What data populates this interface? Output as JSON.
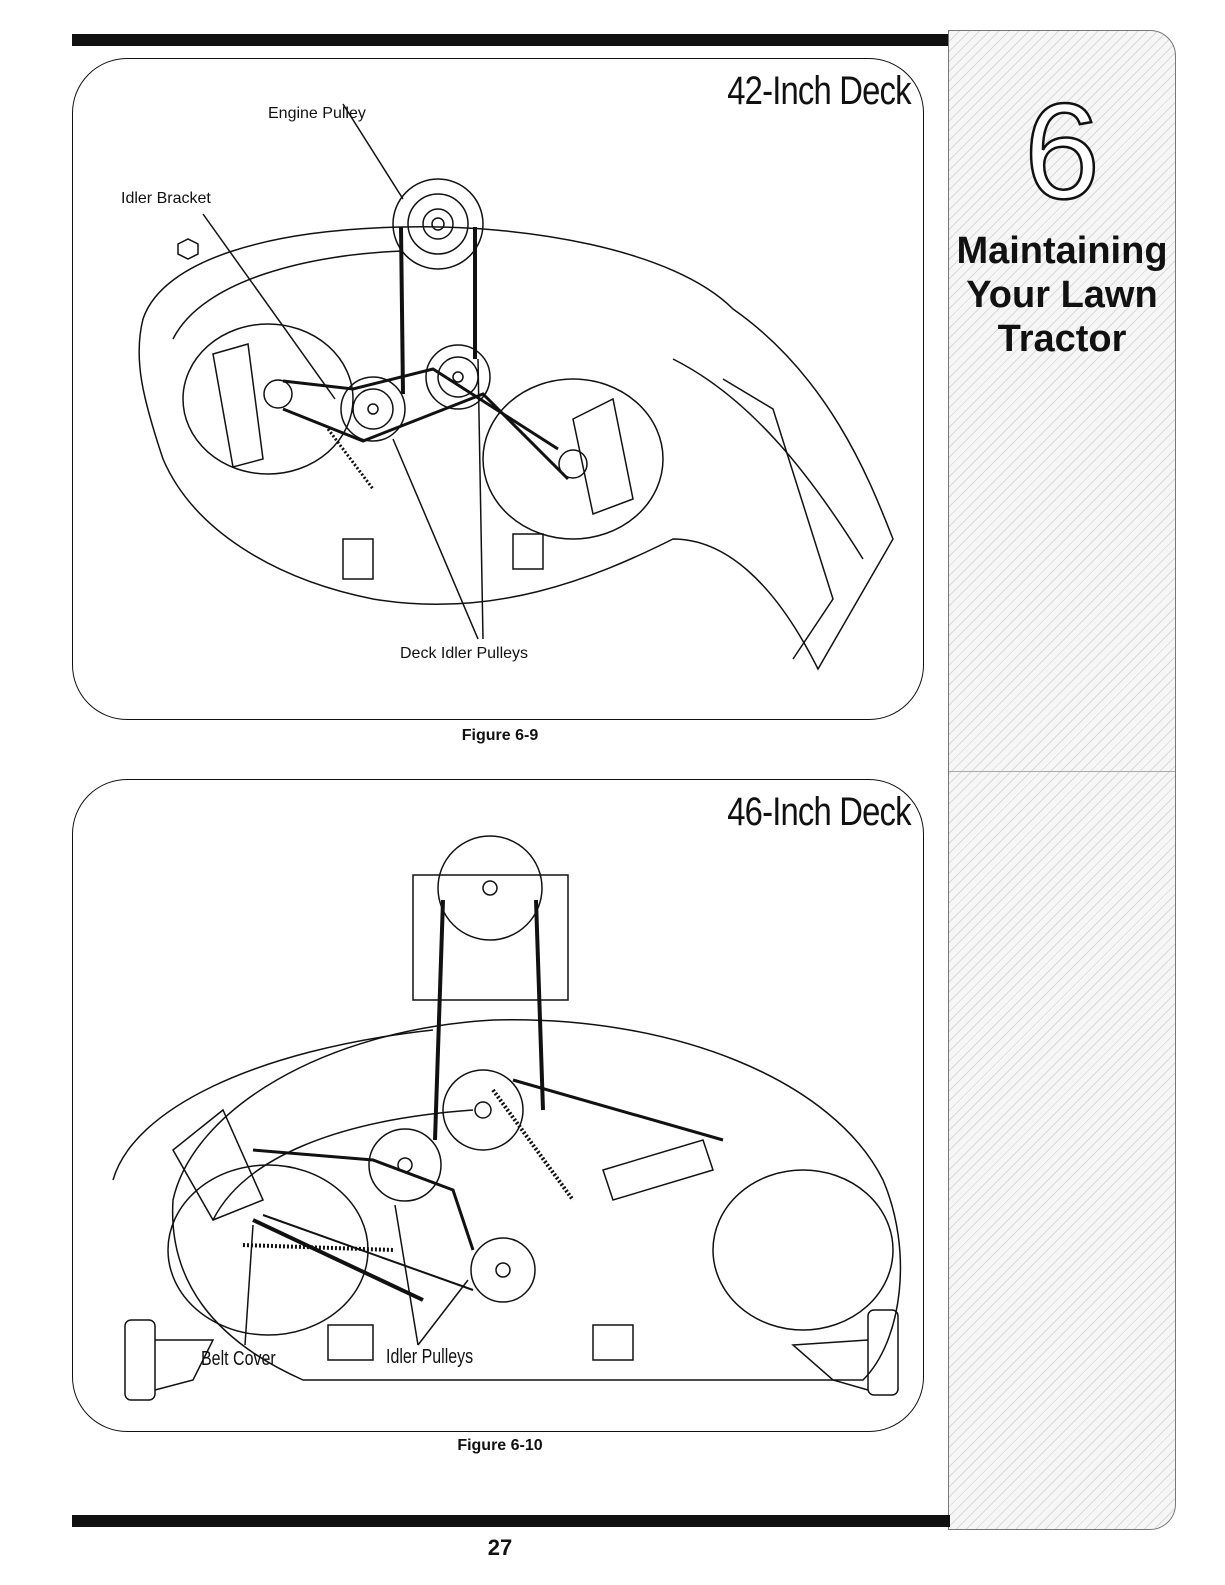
{
  "sidebar": {
    "chapter_number": "6",
    "chapter_title_lines": [
      "Maintaining",
      "Your Lawn",
      "Tractor"
    ]
  },
  "figure_9": {
    "deck_title": "42-Inch Deck",
    "labels": {
      "engine_pulley": "Engine Pulley",
      "idler_bracket": "Idler Bracket",
      "deck_idler_pulleys": "Deck Idler Pulleys"
    },
    "caption": "Figure 6-9"
  },
  "figure_10": {
    "deck_title": "46-Inch Deck",
    "labels": {
      "belt_cover": "Belt Cover",
      "idler_pulleys": "Idler Pulleys"
    },
    "caption": "Figure 6-10"
  },
  "page_number": "27"
}
